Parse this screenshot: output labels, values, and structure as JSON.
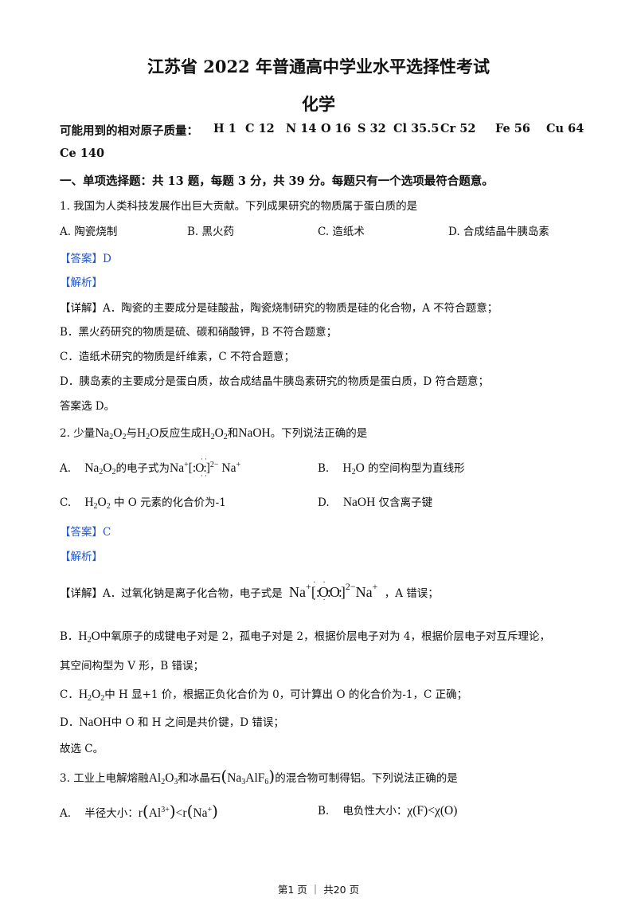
{
  "title": "江苏省 2022 年普通高中学业水平选择性考试",
  "subject": "化学",
  "atomic_mass": {
    "label": "可能用到的相对原子质量：",
    "items": [
      "H 1",
      "C 12",
      "N 14",
      "O 16",
      "S 32",
      "Cl 35.5",
      "Cr 52",
      "Fe 56",
      "Cu 64",
      "Ce 140"
    ]
  },
  "section1_heading": "一、单项选择题：共 13 题，每题 3 分，共 39 分。每题只有一个选项最符合题意。",
  "q1": {
    "stem": "1. 我国为人类科技发展作出巨大贡献。下列成果研究的物质属于蛋白质的是",
    "options": [
      "A. 陶瓷烧制",
      "B. 黑火药",
      "C. 造纸术",
      "D. 合成结晶牛胰岛素"
    ],
    "answer": "【答案】D",
    "analysis": "【解析】",
    "detail": [
      "【详解】A．陶瓷的主要成分是硅酸盐，陶瓷烧制研究的物质是硅的化合物，A 不符合题意；",
      "B．黑火药研究的物质是硫、碳和硝酸钾，B 不符合题意；",
      "C．造纸术研究的物质是纤维素，C 不符合题意；",
      "D．胰岛素的主要成分是蛋白质，故合成结晶牛胰岛素研究的物质是蛋白质，D 符合题意；",
      "答案选 D。"
    ]
  },
  "q2": {
    "num": "2.",
    "t1": "少量",
    "t2": "与",
    "t3": "反应生成",
    "t4": "和",
    "t5": "。下列说法正确的是",
    "optA_label": "A.",
    "optA_text": "的电子式为",
    "optB_label": "B.",
    "optB_text": "的空间构型为直线形",
    "optC_label": "C.",
    "optC_text": "中 O 元素的化合价为-1",
    "optD_label": "D.",
    "optD_text": "仅含离子键",
    "answer": "【答案】C",
    "analysis": "【解析】",
    "detailA_pre": "【详解】A．过氧化钠是离子化合物，电子式是",
    "detailA_post": "，A 错误；",
    "detailB_pre": "B．",
    "detailB_post": "中氧原子的成键电子对是 2，孤电子对是 2，根据价层电子对为 4，根据价层电子对互斥理论，",
    "detailB_line2": "其空间构型为 V 形，B 错误；",
    "detailC_pre": "C．",
    "detailC_post": "中 H 显+1 价，根据正负化合价为 0，可计算出 O 的化合价为-1，C 正确；",
    "detailD_pre": "D．",
    "detailD_post": "中 O 和 H 之间是共价键，D 错误；",
    "conclusion": "故选 C。"
  },
  "q3": {
    "num": "3.",
    "t1": "工业上电解熔融",
    "t2": "和冰晶石",
    "t3": "的混合物可制得铝。下列说法正确的是",
    "optA_label": "A.",
    "optA_text": "半径大小：",
    "optB_label": "B.",
    "optB_text": "电负性大小："
  },
  "formula": {
    "Na": "Na",
    "H": "H",
    "O": "O",
    "OH": "OH",
    "NaOH": "NaOH",
    "Al": "Al",
    "F": "F",
    "two": "2",
    "three": "3",
    "six": "6",
    "charge_2minus": "2−",
    "charge_plus": "+",
    "charge_3plus": "3+",
    "lbr": "[",
    "rbr": "]",
    "colon": ":",
    "r": "r",
    "lt": "<",
    "lparen": "(",
    "rparen": ")",
    "chi_F": "χ(F)",
    "chi_O": "χ(O)"
  },
  "footer": "第1 页 ｜ 共20 页"
}
